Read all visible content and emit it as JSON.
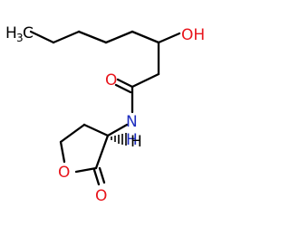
{
  "molecule": {
    "atom_labels": {
      "methyl_main": "H",
      "methyl_sub": "3",
      "methyl_c": "C",
      "hydroxyl": "OH",
      "carbonyl_amide_o": "O",
      "amide_n": "N",
      "amide_h": "H",
      "ring_o": "O",
      "lactone_o": "O",
      "stereo_h": "H"
    },
    "colors": {
      "carbon_bond": "#000000",
      "oxygen": "#e8141b",
      "nitrogen": "#1f2fbf",
      "hydrogen_label": "#000000"
    }
  }
}
